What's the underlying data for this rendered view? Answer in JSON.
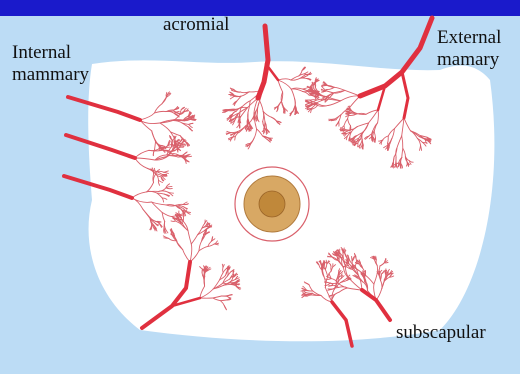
{
  "labels": {
    "internal_line1": "Internal",
    "internal_line2": "mammary",
    "acromial": "acromial",
    "external_line1": "External",
    "external_line2": "mamary",
    "subscapular": "subscapular"
  },
  "colors": {
    "background": "#bcdcf5",
    "top_bar": "#1a1acb",
    "breast_fill": "#ffffff",
    "vessel_main": "#e0303f",
    "vessel_fine": "#d9606b",
    "areola": "#d8a864",
    "nipple": "#c0883a"
  }
}
